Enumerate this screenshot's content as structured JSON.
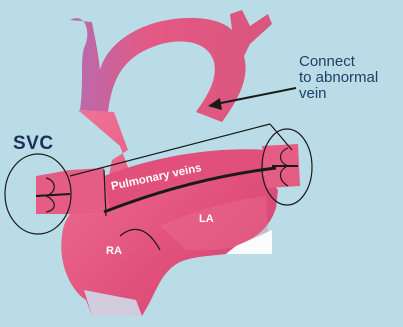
{
  "labels": {
    "svc": "SVC",
    "callout_lines": [
      "Connect",
      "to abnormal",
      "vein"
    ],
    "pulmonary_veins": "Pulmonary veins",
    "la": "LA",
    "ra": "RA"
  },
  "colors": {
    "background": "#b9dce6",
    "vessel": "#e0507b",
    "vessel_highlight": "#f07596",
    "outline": "#1a1a1a",
    "callout_text": "#1f3f67",
    "svc_text": "#1c2f5c"
  }
}
